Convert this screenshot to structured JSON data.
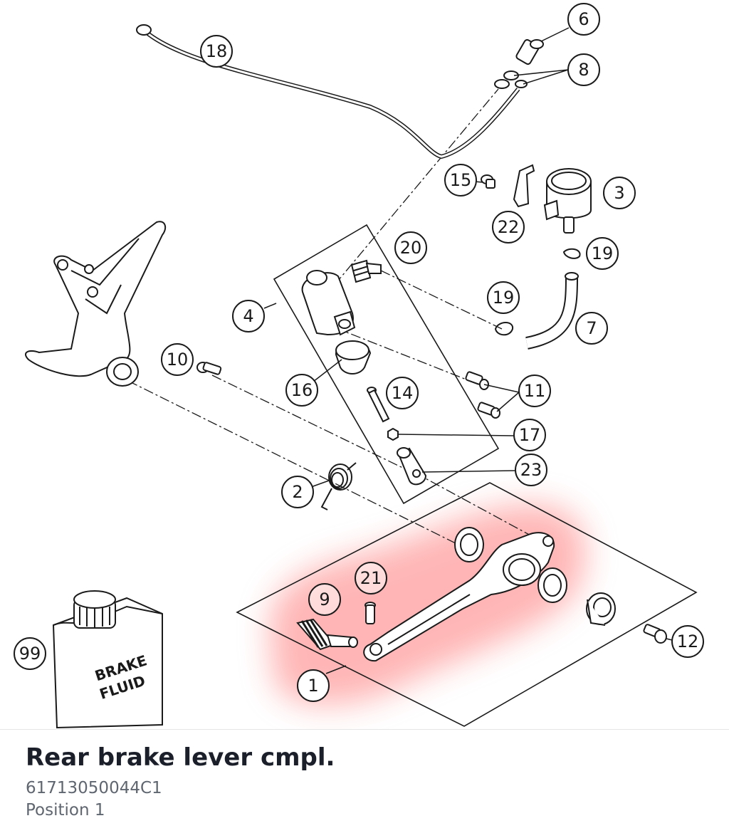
{
  "diagram": {
    "callouts": [
      "1",
      "2",
      "3",
      "4",
      "6",
      "7",
      "8",
      "9",
      "10",
      "11",
      "12",
      "14",
      "15",
      "16",
      "17",
      "18",
      "19",
      "19",
      "20",
      "21",
      "22",
      "23",
      "99"
    ],
    "can_label_line1": "BRAKE",
    "can_label_line2": "FLUID",
    "highlight_color": "#ff7a7a",
    "highlighted_position": "1"
  },
  "part": {
    "title": "Rear brake lever cmpl.",
    "number": "61713050044C1",
    "position": "Position 1"
  }
}
